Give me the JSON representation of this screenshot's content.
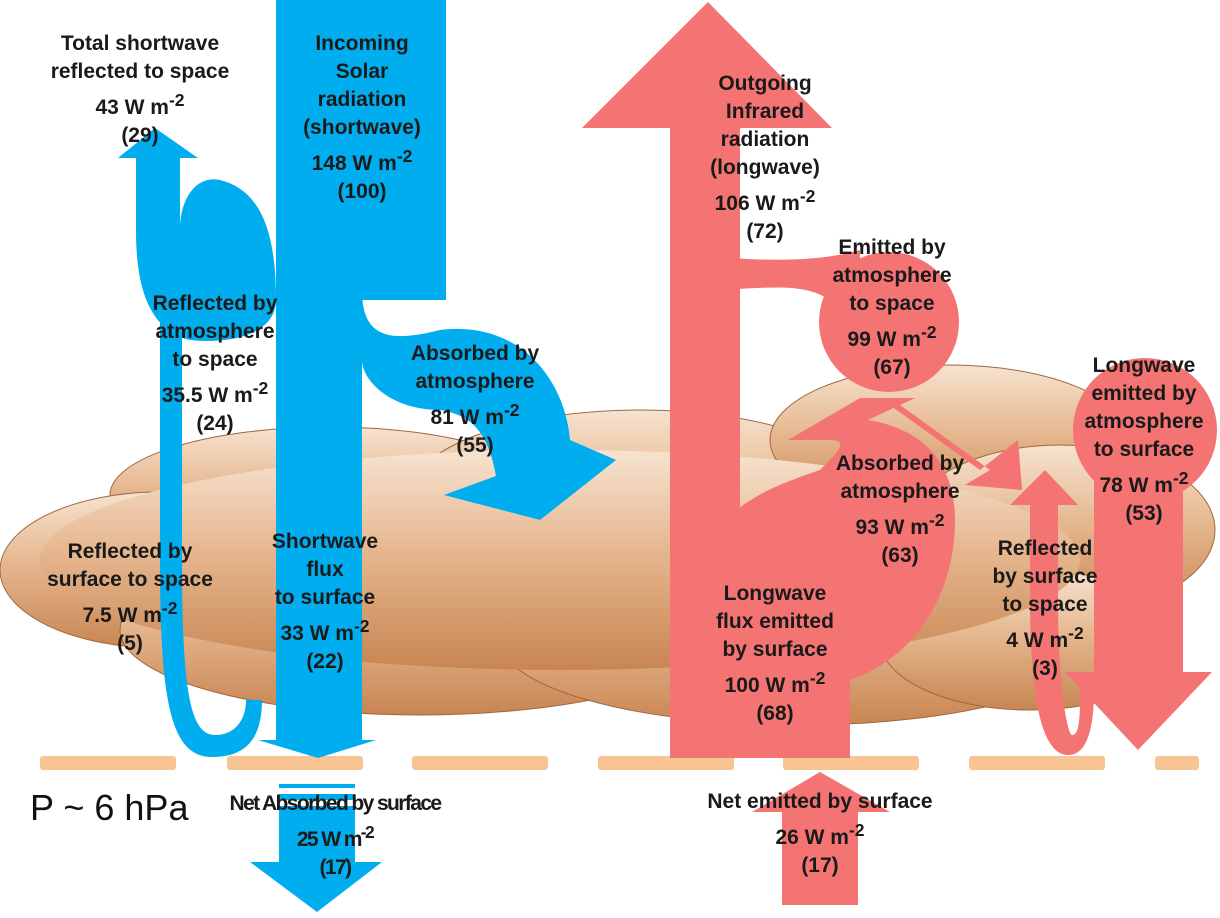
{
  "colors": {
    "shortwave": "#00adee",
    "longwave": "#f47373",
    "cloud_light": "#f4dcc4",
    "cloud_dark": "#c98a5a",
    "surface_dash": "#f9c494"
  },
  "pressure_label": "P ~ 6 hPa",
  "unit": "W m",
  "unit_exp": "-2",
  "flows": {
    "total_sw_reflected": {
      "lines": [
        "Total shortwave",
        "reflected to space"
      ],
      "value": "43",
      "pct": "(29)"
    },
    "incoming_solar": {
      "lines": [
        "Incoming",
        "Solar",
        "radiation",
        "(shortwave)"
      ],
      "value": "148",
      "pct": "(100)"
    },
    "outgoing_ir": {
      "lines": [
        "Outgoing",
        "Infrared",
        "radiation",
        "(longwave)"
      ],
      "value": "106",
      "pct": "(72)"
    },
    "emitted_atm_space": {
      "lines": [
        "Emitted by",
        "atmosphere",
        "to space"
      ],
      "value": "99",
      "pct": "(67)"
    },
    "reflected_atm_space": {
      "lines": [
        "Reflected by",
        "atmosphere",
        "to space"
      ],
      "value": "35.5",
      "pct": "(24)"
    },
    "absorbed_atm_sw": {
      "lines": [
        "Absorbed by",
        "atmosphere"
      ],
      "value": "81",
      "pct": "(55)"
    },
    "lw_emitted_atm_surface": {
      "lines": [
        "Longwave",
        "emitted by",
        "atmosphere",
        "to surface"
      ],
      "value": "78",
      "pct": "(53)"
    },
    "absorbed_atm_lw": {
      "lines": [
        "Absorbed by",
        "atmosphere"
      ],
      "value": "93",
      "pct": "(63)"
    },
    "reflected_surface_sw": {
      "lines": [
        "Reflected by",
        "surface to space"
      ],
      "value": "7.5",
      "pct": "(5)"
    },
    "sw_flux_surface": {
      "lines": [
        "Shortwave",
        "flux",
        "to surface"
      ],
      "value": "33",
      "pct": "(22)"
    },
    "reflected_surface_lw": {
      "lines": [
        "Reflected",
        "by surface",
        "to space"
      ],
      "value": "4",
      "pct": "(3)"
    },
    "lw_flux_surface": {
      "lines": [
        "Longwave",
        "flux emitted",
        "by surface"
      ],
      "value": "100",
      "pct": "(68)"
    },
    "net_absorbed_surface": {
      "lines": [
        "Net Absorbed by surface"
      ],
      "value": "25",
      "pct": "(17)"
    },
    "net_emitted_surface": {
      "lines": [
        "Net emitted by surface"
      ],
      "value": "26",
      "pct": "(17)"
    }
  }
}
